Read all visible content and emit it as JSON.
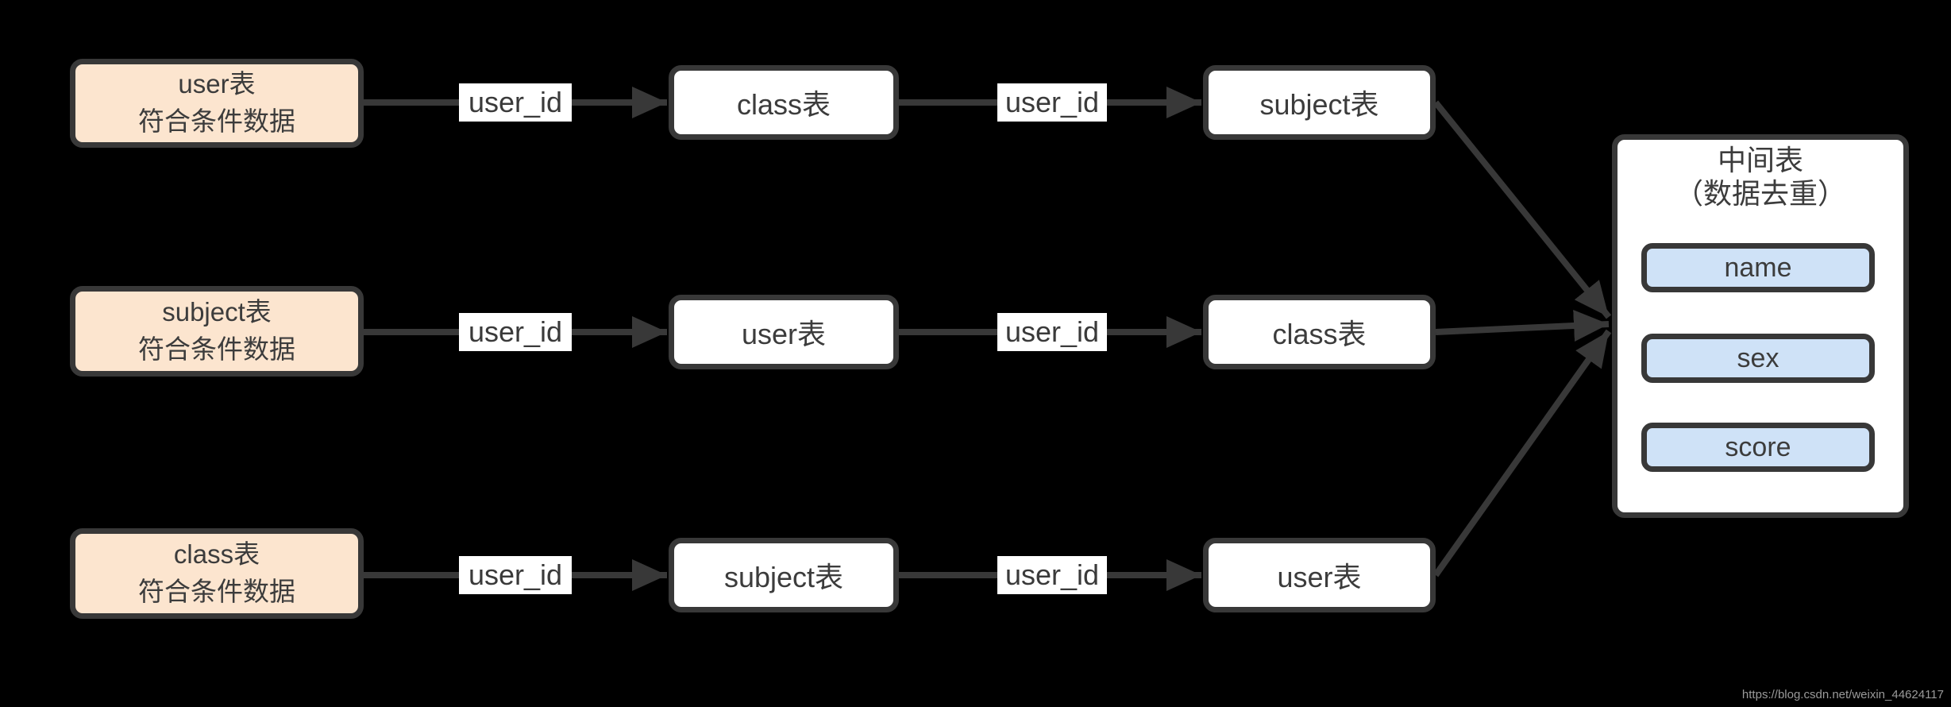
{
  "colors": {
    "background": "#000000",
    "stroke": "#383838",
    "source_fill": "#fce5cf",
    "node_fill": "#ffffff",
    "field_fill": "#cfe2f7",
    "text": "#3c3c3c",
    "watermark_text": "#9a9a9a"
  },
  "diagram": {
    "rows": [
      {
        "source_line1": "user表",
        "source_line2": "符合条件数据",
        "edge1_label": "user_id",
        "node2": "class表",
        "edge2_label": "user_id",
        "node3": "subject表"
      },
      {
        "source_line1": "subject表",
        "source_line2": "符合条件数据",
        "edge1_label": "user_id",
        "node2": "user表",
        "edge2_label": "user_id",
        "node3": "class表"
      },
      {
        "source_line1": "class表",
        "source_line2": "符合条件数据",
        "edge1_label": "user_id",
        "node2": "subject表",
        "edge2_label": "user_id",
        "node3": "user表"
      }
    ],
    "result_table": {
      "title_line1": "中间表",
      "title_line2": "（数据去重）",
      "fields": [
        "name",
        "sex",
        "score"
      ]
    }
  },
  "watermark": "https://blog.csdn.net/weixin_44624117"
}
